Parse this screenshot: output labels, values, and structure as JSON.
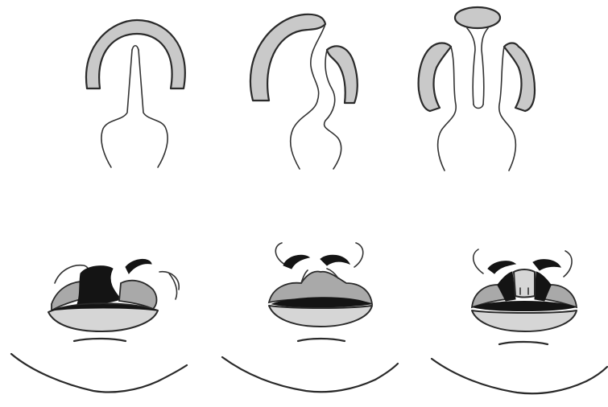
{
  "figure": {
    "panels": [
      {
        "id": "top-left",
        "kind": "palate-bilateral-complete"
      },
      {
        "id": "top-middle",
        "kind": "palate-unilateral"
      },
      {
        "id": "top-right",
        "kind": "palate-bilateral-premaxilla"
      },
      {
        "id": "bottom-left",
        "kind": "lip-unilateral-wide"
      },
      {
        "id": "bottom-middle",
        "kind": "lip-bilateral-incomplete"
      },
      {
        "id": "bottom-right",
        "kind": "lip-bilateral-complete"
      }
    ],
    "colors": {
      "fill_gray": "#c9c9c9",
      "fill_light": "#d6d6d6",
      "fill_dark": "#141414",
      "outline": "#2a2a2a"
    }
  }
}
